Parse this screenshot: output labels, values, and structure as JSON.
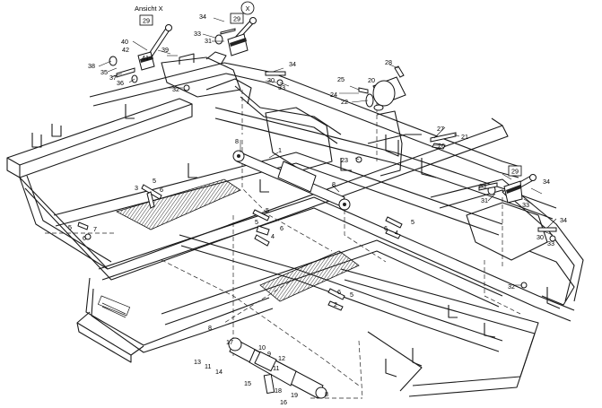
{
  "view_title": "Ansicht X",
  "view_marker": "X",
  "boxed_refs": [
    {
      "id": "box-a",
      "label": "29"
    },
    {
      "id": "box-b",
      "label": "29"
    },
    {
      "id": "box-c",
      "label": "29"
    }
  ],
  "callouts": {
    "c1": "1",
    "c2": "2",
    "c3": "3",
    "c4": "4",
    "c5": "5",
    "c6": "6",
    "c7": "7",
    "c8": "8",
    "c9": "9",
    "c10": "10",
    "c11": "11",
    "c12": "12",
    "c13": "13",
    "c14": "14",
    "c15": "15",
    "c16": "16",
    "c17": "17",
    "c18": "18",
    "c19": "19",
    "c20": "20",
    "c21": "21",
    "c22": "22",
    "c23": "23",
    "c24": "24",
    "c25": "25",
    "c26": "26",
    "c27": "27",
    "c28": "28",
    "c30": "30",
    "c31": "31",
    "c32": "32",
    "c33": "33",
    "c34": "34",
    "c35": "35",
    "c36": "36",
    "c37": "37",
    "c38": "38",
    "c39": "39",
    "c40": "40",
    "c41": "41",
    "c42": "42"
  }
}
